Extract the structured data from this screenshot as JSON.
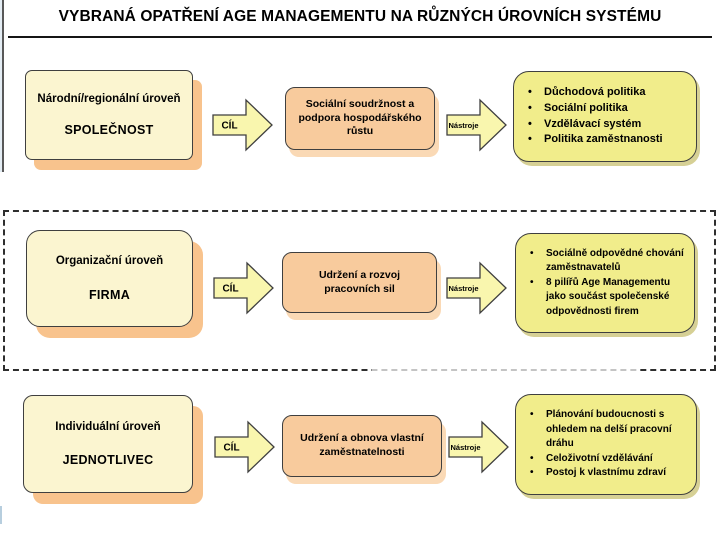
{
  "title": "VYBRANÁ OPATŘENÍ AGE MANAGEMENTU NA RŮZNÝCH ÚROVNÍCH SYSTÉMU",
  "arrows": {
    "goal_label": "CÍL",
    "tools_label": "Nástroje"
  },
  "rows": [
    {
      "level_title": "Národní/regionální úroveň",
      "level_name": "SPOLEČNOST",
      "goal": "Sociální soudržnost a podpora hospodářského růstu",
      "tools": [
        "Důchodová politika",
        "Sociální politika",
        "Vzdělávací systém",
        "Politika zaměstnanosti"
      ]
    },
    {
      "level_title": "Organizační úroveň",
      "level_name": "FIRMA",
      "goal": "Udržení a rozvoj pracovních sil",
      "tools": [
        "Sociálně odpovědné chování zaměstnavatelů",
        "8 pilířů Age Managementu jako součást společenské odpovědnosti firem"
      ]
    },
    {
      "level_title": "Individuální úroveň",
      "level_name": "JEDNOTLIVEC",
      "goal": "Udržení a obnova vlastní zaměstnatelnosti",
      "tools": [
        "Plánování budoucnosti s ohledem na delší pracovní dráhu",
        "Celoživotní vzdělávání",
        "Postoj k vlastnímu zdraví"
      ]
    }
  ],
  "colors": {
    "level_box_fill": "#FBF5D0",
    "goal_box_fill": "#F8CB9D",
    "tools_box_fill": "#F1ED8B",
    "arrow_fill": "#F9F6AE",
    "shadow_orange": "#F8C38D",
    "outline": "#3F3F3F",
    "dashed_frame": "#2E2E2E"
  }
}
